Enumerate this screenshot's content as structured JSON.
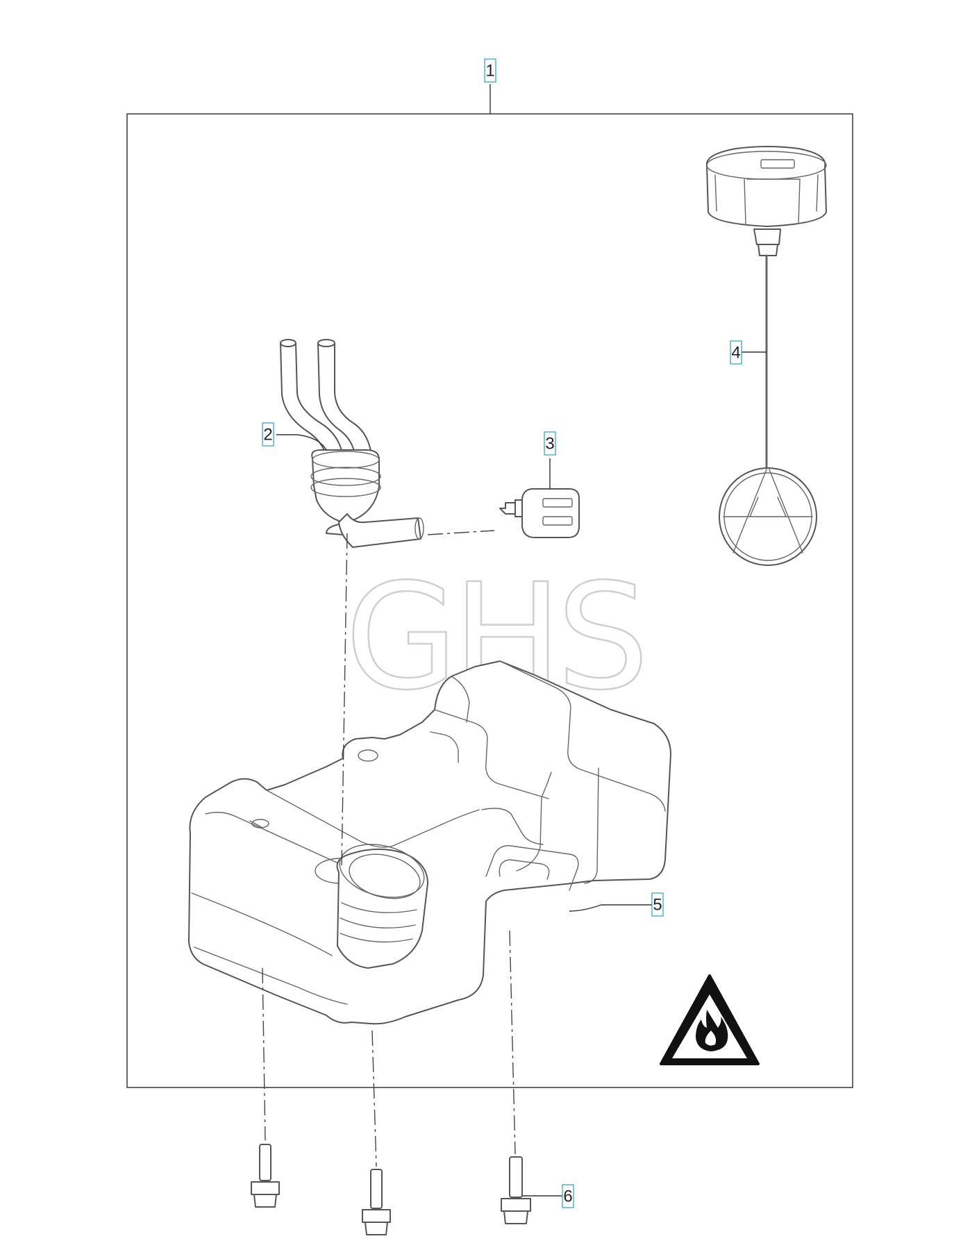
{
  "watermark": "GHS",
  "callouts": [
    {
      "id": "1",
      "label": "1"
    },
    {
      "id": "2",
      "label": "2"
    },
    {
      "id": "3",
      "label": "3"
    },
    {
      "id": "4",
      "label": "4"
    },
    {
      "id": "5",
      "label": "5"
    },
    {
      "id": "6",
      "label": "6"
    }
  ],
  "icons": {
    "warning": "flammable-warning-icon"
  },
  "colors": {
    "callout_border": "#3aa6c8",
    "line": "#444444",
    "watermark": "#cfcfcf"
  }
}
